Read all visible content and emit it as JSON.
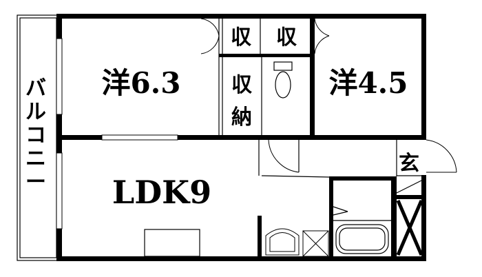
{
  "floorplan": {
    "rooms": {
      "western_room_1": "洋6.3",
      "western_room_2": "洋4.5",
      "ldk": "LDK9",
      "storage_1": "収",
      "storage_2": "収",
      "closet_top": "収",
      "closet_bottom": "納",
      "entrance": "玄",
      "balcony": [
        "バ",
        "ル",
        "コ",
        "ニ",
        "ー"
      ]
    },
    "colors": {
      "wall": "#000000",
      "background": "#ffffff"
    }
  }
}
